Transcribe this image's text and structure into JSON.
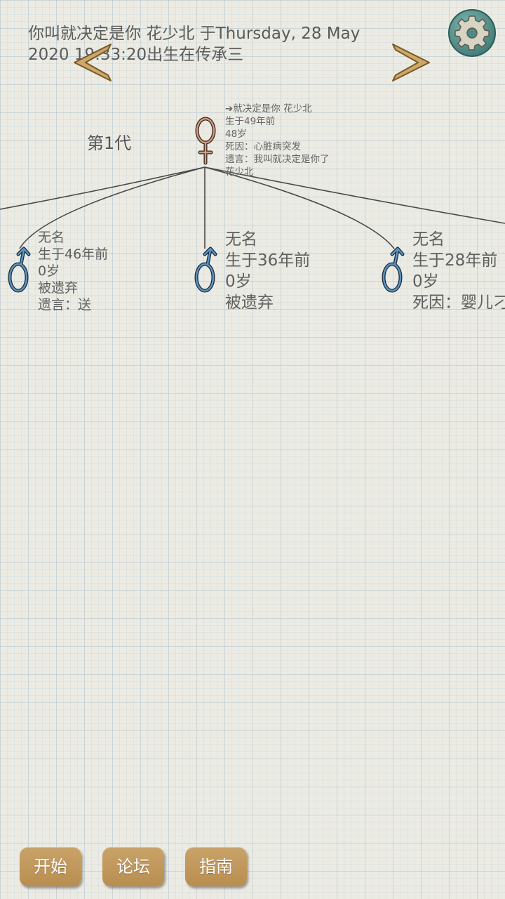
{
  "header": {
    "title": "你叫就决定是你 花少北 于Thursday, 28 May\n2020 19:33:20出生在传承三"
  },
  "colors": {
    "female": "#b0725a",
    "male": "#3e6f95",
    "button": "#c29a5e",
    "gear": "#4f8a86"
  },
  "tree": {
    "generation_label": "第1代",
    "root": {
      "symbol": "female-symbol-icon",
      "lines": [
        "➔就决定是你 花少北",
        "生于49年前",
        "48岁",
        "死因：心脏病突发",
        "遗言：我叫就决定是你了",
        "花少北"
      ]
    },
    "children": [
      {
        "symbol": "male-symbol-icon",
        "lines": [
          "无名",
          "生于46年前",
          "0岁",
          "被遗弃",
          "遗言：送"
        ]
      },
      {
        "symbol": "male-symbol-icon",
        "lines": [
          "无名",
          "生于36年前",
          "0岁",
          "被遗弃"
        ]
      },
      {
        "symbol": "male-symbol-icon",
        "lines": [
          "无名",
          "生于28年前",
          "0岁",
          "死因：婴儿刁"
        ]
      }
    ]
  },
  "bottom": {
    "start_label": "开始",
    "forum_label": "论坛",
    "guide_label": "指南"
  }
}
